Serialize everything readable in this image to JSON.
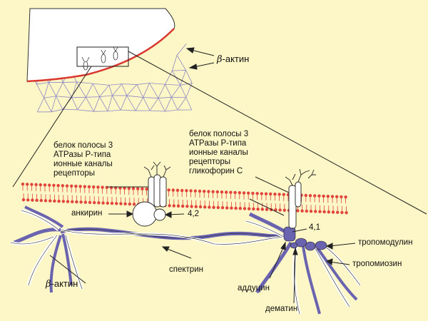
{
  "labels": {
    "beta_actin_top": {
      "symbol": "β",
      "text": "-актин"
    },
    "beta_actin_bottom": {
      "symbol": "β",
      "text": "-актин"
    },
    "protein_group_left": [
      "белок полосы 3",
      "ATPазы P-типа",
      "ионные каналы",
      "рецепторы"
    ],
    "protein_group_right": [
      "белок полосы 3",
      "ATPазы P-типа",
      "ионные каналы",
      "рецепторы",
      "гликофорин C"
    ],
    "ankyrin": "анкирин",
    "protein_4_2": "4,2",
    "protein_4_1": "4,1",
    "spectrin": "спектрин",
    "adducin": "аддуцин",
    "dematin": "дематин",
    "tropomodulin": "тропомодулин",
    "tropomyosin": "тропомиозин"
  },
  "colors": {
    "background": "#fdf6c6",
    "membrane_red": "#e0443a",
    "cytoskeleton_purple": "#6a63b0",
    "network_lines": "#8f8ac6",
    "outline": "#222222"
  }
}
